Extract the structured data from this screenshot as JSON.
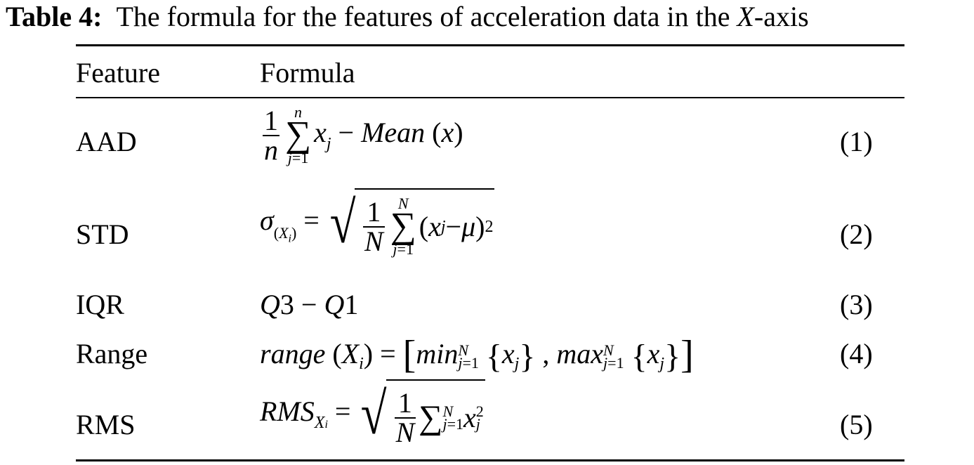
{
  "caption": {
    "label": "Table 4:",
    "text_before": "The formula for the features of acceleration data in the ",
    "axis": "X",
    "text_after": "-axis"
  },
  "header": {
    "feature": "Feature",
    "formula": "Formula"
  },
  "rows": [
    {
      "feature": "AAD",
      "eq": "(1)"
    },
    {
      "feature": "STD",
      "eq": "(2)"
    },
    {
      "feature": "IQR",
      "eq": "(3)"
    },
    {
      "feature": "Range",
      "eq": "(4)"
    },
    {
      "feature": "RMS",
      "eq": "(5)"
    }
  ]
}
